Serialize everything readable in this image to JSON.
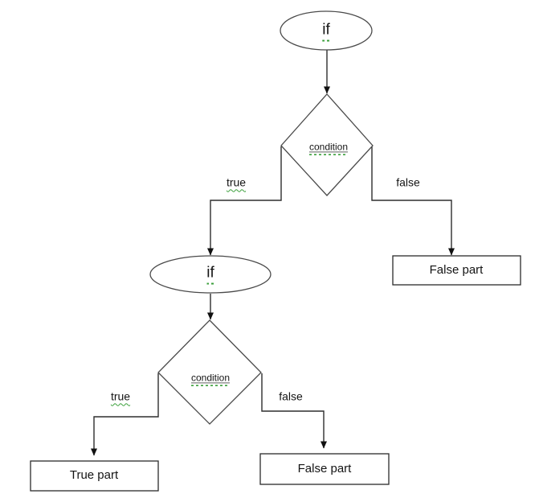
{
  "diagram": {
    "type": "flowchart",
    "description": "Nested if-else decision structure"
  },
  "colors": {
    "background": "#ffffff",
    "connector_line": "#2e2e2e",
    "shape_border": "#4a4a4a",
    "box_border": "#2b2b2b",
    "text": "#141414",
    "grammar_green": "#3ba03b"
  },
  "nodes": {
    "if_outer": {
      "shape": "ellipse",
      "label": "if"
    },
    "condition_outer": {
      "shape": "diamond",
      "label": "condition"
    },
    "false_part_outer": {
      "shape": "rectangle",
      "label": "False part"
    },
    "if_inner": {
      "shape": "ellipse",
      "label": "if"
    },
    "condition_inner": {
      "shape": "diamond",
      "label": "condition"
    },
    "true_part_inner": {
      "shape": "rectangle",
      "label": "True part"
    },
    "false_part_inner": {
      "shape": "rectangle",
      "label": "False part"
    }
  },
  "edges": {
    "outer_true": {
      "label": "true",
      "from": "condition_outer",
      "to": "if_inner"
    },
    "outer_false": {
      "label": "false",
      "from": "condition_outer",
      "to": "false_part_outer"
    },
    "inner_true": {
      "label": "true",
      "from": "condition_inner",
      "to": "true_part_inner"
    },
    "inner_false": {
      "label": "false",
      "from": "condition_inner",
      "to": "false_part_inner"
    }
  }
}
